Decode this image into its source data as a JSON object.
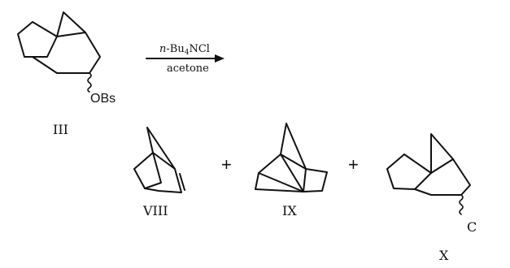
{
  "reactant": {
    "label": "III",
    "substituent": "OBs"
  },
  "arrow": {
    "reagent": "n-Bu4NCl",
    "reagent_prefix": "n",
    "reagent_main": "-Bu",
    "reagent_sub": "4",
    "reagent_suffix": "NCl",
    "solvent": "acetone"
  },
  "products": [
    {
      "label": "VIII"
    },
    {
      "label": "IX"
    },
    {
      "label": "X",
      "substituent": "C"
    }
  ],
  "plus_sign": "+"
}
